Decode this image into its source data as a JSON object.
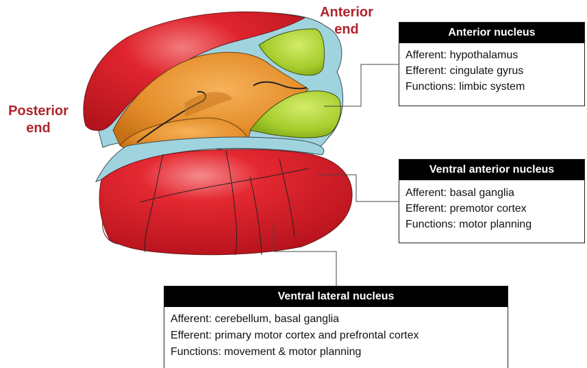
{
  "labels": {
    "anterior_end": "Anterior\nend",
    "posterior_end": "Posterior\nend"
  },
  "boxes": {
    "anterior_nucleus": {
      "title": "Anterior nucleus",
      "afferent": "Afferent: hypothalamus",
      "efferent": "Efferent: cingulate gyrus",
      "functions": "Functions: limbic system"
    },
    "ventral_anterior_nucleus": {
      "title": "Ventral anterior nucleus",
      "afferent": "Afferent: basal ganglia",
      "efferent": "Efferent: premotor cortex",
      "functions": "Functions: motor planning"
    },
    "ventral_lateral_nucleus": {
      "title": "Ventral lateral nucleus",
      "afferent": "Afferent: cerebellum, basal ganglia",
      "efferent": "Efferent: primary motor cortex and prefrontal cortex",
      "functions": "Functions: movement & motor planning"
    }
  },
  "colors": {
    "red_nucleus": "#d8222c",
    "orange_nucleus": "#e8922e",
    "green_nucleus": "#a6cd2c",
    "lamina_blue": "#9fd4df",
    "label_red": "#b0232b"
  }
}
